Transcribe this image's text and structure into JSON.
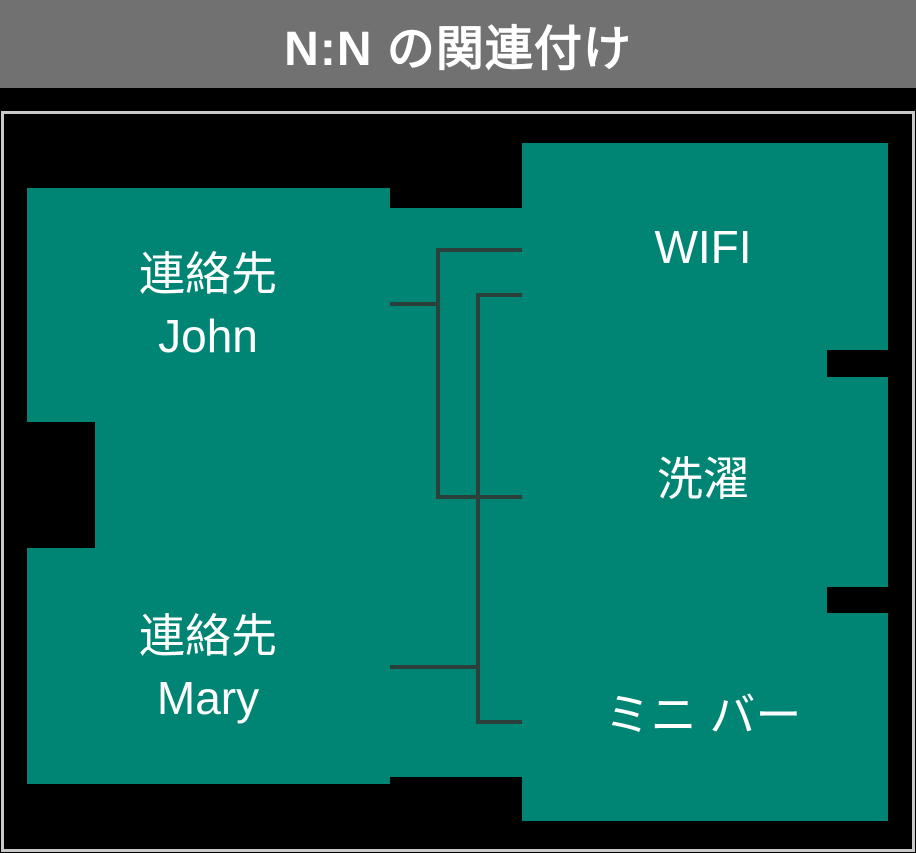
{
  "title": "N:N の関連付け",
  "colors": {
    "background": "#000000",
    "header_bg": "#717171",
    "teal": "#008575",
    "connector_line": "#2b403b",
    "frame_border": "#c9c9c9",
    "text": "#ffffff"
  },
  "diagram": {
    "relationship_type": "N:N",
    "contacts": [
      {
        "name_label": "連絡先",
        "person": "John"
      },
      {
        "name_label": "連絡先",
        "person": "Mary"
      }
    ],
    "amenities": [
      {
        "label": "WIFI"
      },
      {
        "label": "洗濯"
      },
      {
        "label": "ミニ バー"
      }
    ],
    "associations": [
      {
        "from": "連絡先 John",
        "to": "WIFI"
      },
      {
        "from": "連絡先 John",
        "to": "洗濯"
      },
      {
        "from": "連絡先 Mary",
        "to": "WIFI"
      },
      {
        "from": "連絡先 Mary",
        "to": "ミニ バー"
      }
    ]
  }
}
